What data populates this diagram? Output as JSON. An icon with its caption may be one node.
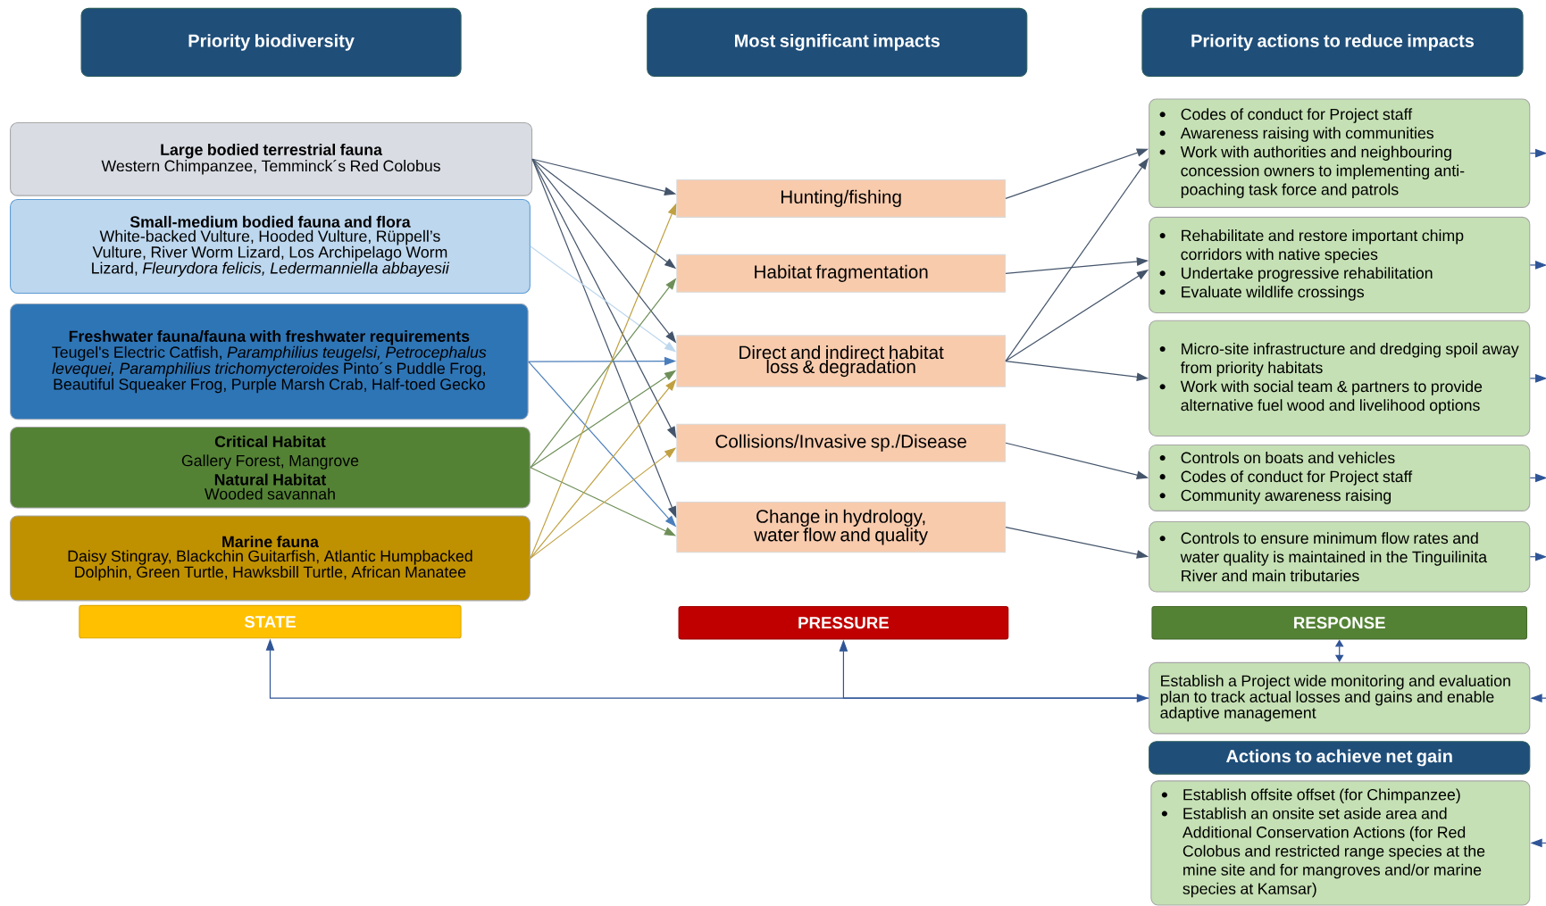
{
  "diagram": {
    "nodes": [
      {
        "text": [
          "Priority biodiversity"
        ]
      },
      {
        "text": [
          "Most significant impacts"
        ]
      },
      {
        "text": [
          "Priority actions to reduce impacts"
        ]
      },
      {
        "text": [
          "Large bodied terrestrial fauna",
          "Western Chimpanzee, Temminck´s Red Colobus"
        ]
      },
      {
        "text": [
          "Small-medium bodied fauna and flora",
          "White-backed Vulture, Hooded Vulture, Rüppell’s Vulture, River Worm Lizard, Los Archipelago Worm Lizard, *Fleurydora felicis, Ledermanniella abbayesii*"
        ]
      },
      {
        "text": [
          "Freshwater fauna/fauna with freshwater requirements",
          "Teugel's Electric Catfish, *Paramphilius teugelsi, Petrocephalus levequei, Paramphilius trichomycteroides* Pinto´s Puddle Frog, Beautiful Squeaker Frog, Purple Marsh Crab, Half-toed Gecko"
        ]
      },
      {
        "text": [
          "Critical Habitat",
          "Gallery Forest, Mangrove",
          "Natural Habitat",
          "Wooded savannah"
        ]
      },
      {
        "text": [
          "Marine fauna",
          "Daisy Stingray, Blackchin Guitarfish, Atlantic Humpbacked Dolphin, Green Turtle, Hawksbill Turtle, African Manatee"
        ]
      },
      {
        "text": [
          "Hunting/fishing"
        ]
      },
      {
        "text": [
          "Habitat fragmentation"
        ]
      },
      {
        "text": [
          "Direct and indirect habitat loss & degradation"
        ]
      },
      {
        "text": [
          "Collisions/Invasive sp./Disease"
        ]
      },
      {
        "text": [
          "Change in hydrology, water flow and quality"
        ]
      },
      {
        "text": [
          "Codes of conduct for Project staff",
          "Awareness raising with communities",
          "Work with authorities and neighbouring concession owners to implementing anti-poaching task force and patrols"
        ]
      },
      {
        "text": [
          "Rehabilitate and restore important chimp corridors with native species",
          "Undertake progressive rehabilitation",
          "Evaluate wildlife crossings"
        ]
      },
      {
        "text": [
          "Micro-site infrastructure and dredging spoil away from priority habitats",
          "Work with social team & partners to provide alternative fuel wood and livelihood options"
        ]
      },
      {
        "text": [
          "Controls on boats and vehicles",
          "Codes of conduct for Project staff",
          "Community awareness raising"
        ]
      },
      {
        "text": [
          "Controls to ensure minimum flow rates and water quality is maintained in the Tinguilinita River and main tributaries"
        ]
      },
      {
        "text": [
          "STATE"
        ]
      },
      {
        "text": [
          "PRESSURE"
        ]
      },
      {
        "text": [
          "RESPONSE"
        ]
      },
      {
        "text": [
          "Establish a Project wide monitoring and evaluation plan to track actual losses and gains and enable adaptive management"
        ]
      },
      {
        "text": [
          "Actions to achieve net gain"
        ]
      },
      {
        "text": [
          "Establish offsite offset (for Chimpanzee)",
          "Establish an onsite set aside area and Additional Conservation Actions (for Red Colobus and restricted range species at the mine site and for mangroves and/or marine species at Kamsar)"
        ]
      }
    ],
    "edges": [
      {
        "from": 3,
        "to": 8,
        "arrow": "to"
      },
      {
        "from": 3,
        "to": 9,
        "arrow": "to"
      },
      {
        "from": 3,
        "to": 10,
        "arrow": "to"
      },
      {
        "from": 3,
        "to": 11,
        "arrow": "to"
      },
      {
        "from": 3,
        "to": 12,
        "arrow": "to"
      },
      {
        "from": 4,
        "to": 10,
        "arrow": "to",
        "color": "#bdd7ee"
      },
      {
        "from": 5,
        "to": 10,
        "arrow": "to",
        "color": "#4a7ebb"
      },
      {
        "from": 5,
        "to": 12,
        "arrow": "to",
        "color": "#4a7ebb"
      },
      {
        "from": 6,
        "to": 9,
        "arrow": "to",
        "color": "#6e8f58"
      },
      {
        "from": 6,
        "to": 10,
        "arrow": "to",
        "color": "#6e8f58"
      },
      {
        "from": 6,
        "to": 12,
        "arrow": "to",
        "color": "#6e8f58"
      },
      {
        "from": 7,
        "to": 8,
        "arrow": "to",
        "color": "#c0a040"
      },
      {
        "from": 7,
        "to": 10,
        "arrow": "to",
        "color": "#c0a040"
      },
      {
        "from": 7,
        "to": 11,
        "arrow": "to",
        "color": "#c0a040"
      },
      {
        "from": 8,
        "to": 13,
        "arrow": "to"
      },
      {
        "from": 9,
        "to": 14,
        "arrow": "to"
      },
      {
        "from": 10,
        "to": 13,
        "arrow": "to"
      },
      {
        "from": 10,
        "to": 14,
        "arrow": "to"
      },
      {
        "from": 10,
        "to": 15,
        "arrow": "to"
      },
      {
        "from": 11,
        "to": 16,
        "arrow": "to"
      },
      {
        "from": 12,
        "to": 17,
        "arrow": "to"
      },
      {
        "from": 13,
        "to": null,
        "arrow": "to",
        "color": "#2f5597"
      },
      {
        "from": 14,
        "to": null,
        "arrow": "to",
        "color": "#2f5597"
      },
      {
        "from": 15,
        "to": null,
        "arrow": "to",
        "color": "#2f5597"
      },
      {
        "from": 16,
        "to": null,
        "arrow": "to",
        "color": "#2f5597"
      },
      {
        "from": 17,
        "to": null,
        "arrow": "to",
        "color": "#2f5597"
      },
      {
        "from": 21,
        "to": 18,
        "arrow": "both",
        "color": "#2f5597"
      },
      {
        "from": 21,
        "to": 19,
        "arrow": "to",
        "color": "#2f5597"
      },
      {
        "from": 20,
        "to": 21,
        "arrow": "both",
        "color": "#2f5597"
      },
      {
        "from": null,
        "to": 21,
        "arrow": "to",
        "color": "#2f5597"
      },
      {
        "from": null,
        "to": 23,
        "arrow": "to",
        "color": "#2f5597"
      }
    ]
  }
}
